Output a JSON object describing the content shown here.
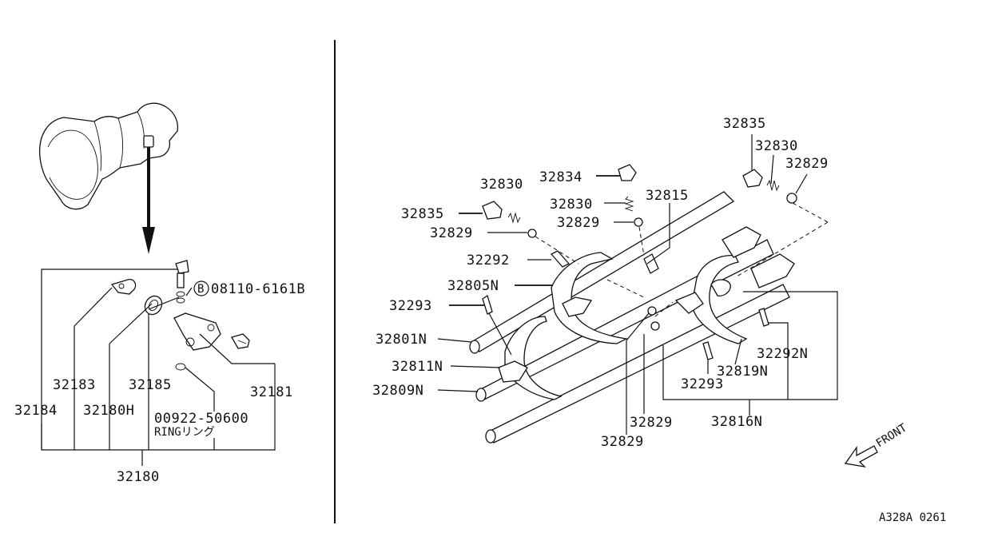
{
  "diagram_id": "A328A 0261",
  "left_panel": {
    "bolt_callout": {
      "symbol": "B",
      "part": "08110-6161B"
    },
    "parts": {
      "p32183": "32183",
      "p32185": "32185",
      "p32181": "32181",
      "p32184": "32184",
      "p32180H": "32180H",
      "p00922": "00922-50600",
      "ring_label": "RINGリング",
      "p32180": "32180"
    }
  },
  "right_panel": {
    "parts": {
      "p32835_top": "32835",
      "p32830_top": "32830",
      "p32829_top": "32829",
      "p32834": "32834",
      "p32830_left": "32830",
      "p32830_mid": "32830",
      "p32815": "32815",
      "p32835_left": "32835",
      "p32829_mid": "32829",
      "p32829_left": "32829",
      "p32292": "32292",
      "p32805N": "32805N",
      "p32293_left": "32293",
      "p32801N": "32801N",
      "p32811N": "32811N",
      "p32809N": "32809N",
      "p32292N": "32292N",
      "p32819N": "32819N",
      "p32293_right": "32293",
      "p32829_bot1": "32829",
      "p32816N": "32816N",
      "p32829_bot2": "32829"
    },
    "front_label": "FRONT"
  }
}
